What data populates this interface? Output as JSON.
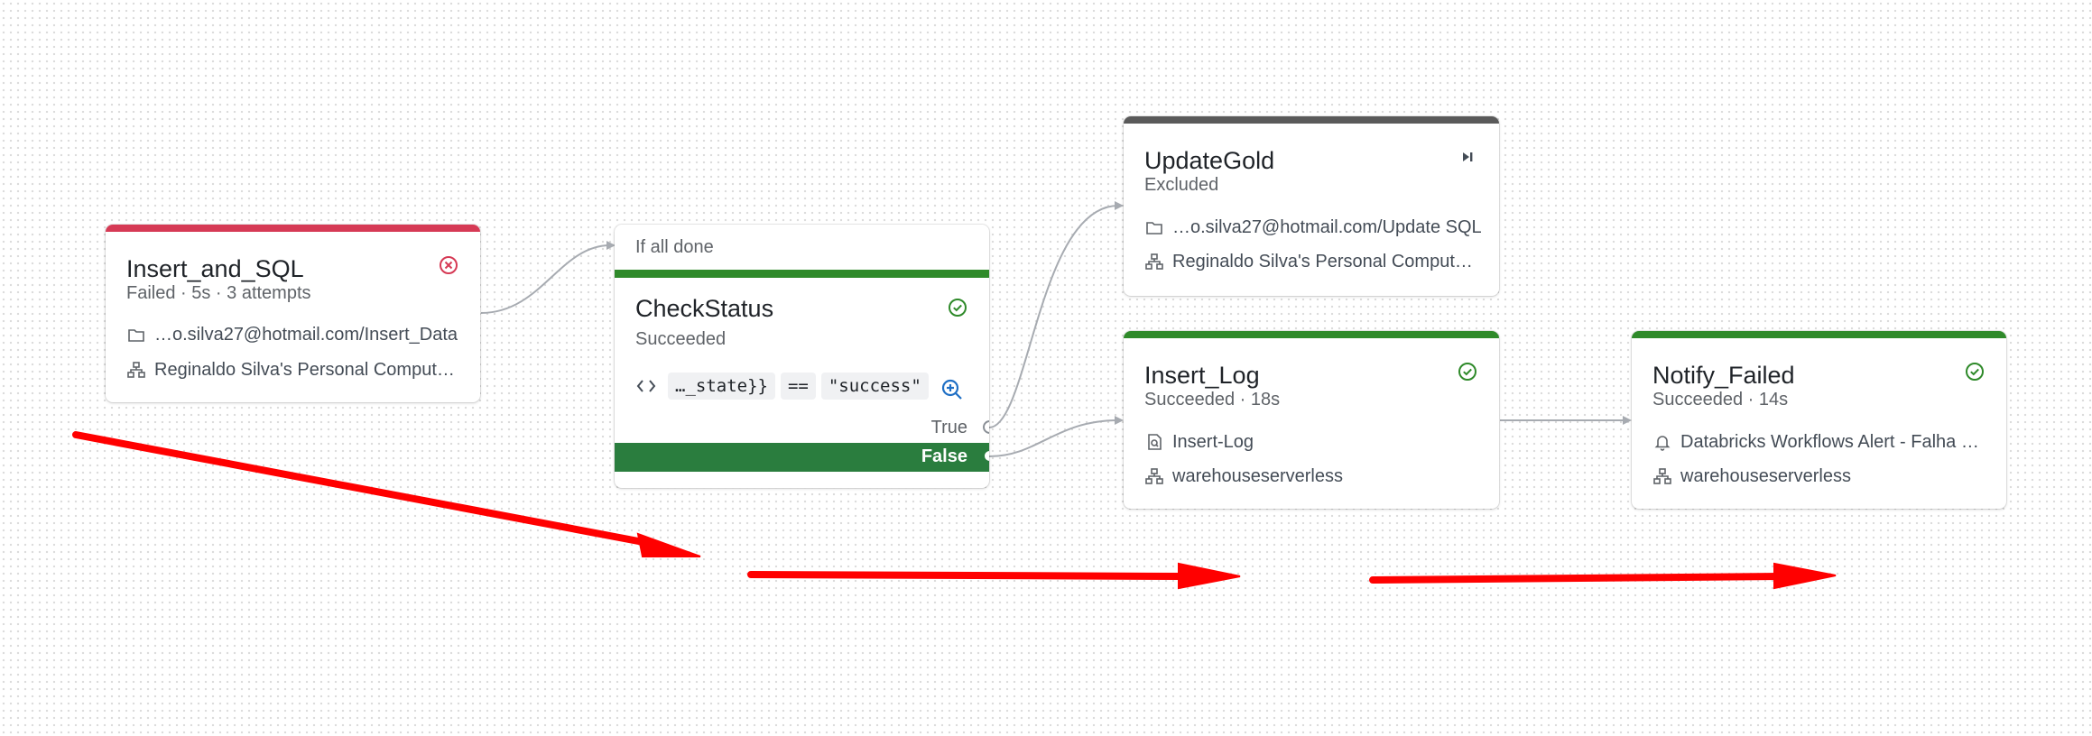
{
  "tasks": {
    "insert_and_sql": {
      "title": "Insert_and_SQL",
      "status": "Failed · 5s · 3 attempts",
      "path": "…o.silva27@hotmail.com/Insert_Data",
      "compute": "Reginaldo Silva's Personal Comput…",
      "status_icon": "error-circle-icon",
      "accent": "#d63a55"
    },
    "check_status": {
      "condition": "If all done",
      "title": "CheckStatus",
      "status": "Succeeded",
      "expr_left": "…_state}}",
      "expr_op": "==",
      "expr_right": "\"success\"",
      "true_label": "True",
      "false_label": "False",
      "status_icon": "check-circle-icon",
      "accent": "#2f8a2a"
    },
    "update_gold": {
      "title": "UpdateGold",
      "status": "Excluded",
      "path": "…o.silva27@hotmail.com/Update SQL",
      "compute": "Reginaldo Silva's Personal Comput…",
      "status_icon": "skip-icon",
      "accent": "#5a5a5a"
    },
    "insert_log": {
      "title": "Insert_Log",
      "status": "Succeeded · 18s",
      "query": "Insert-Log",
      "compute": "warehouseserverless",
      "status_icon": "check-circle-icon",
      "accent": "#2f8a2a"
    },
    "notify_failed": {
      "title": "Notify_Failed",
      "status": "Succeeded · 14s",
      "alert": "Databricks Workflows Alert - Falha …",
      "compute": "warehouseserverless",
      "status_icon": "check-circle-icon",
      "accent": "#2f8a2a"
    }
  },
  "colors": {
    "success": "#2f8a2a",
    "failed": "#d63a55",
    "edge": "#a7abb1",
    "annotation_arrow": "#ff0000"
  }
}
